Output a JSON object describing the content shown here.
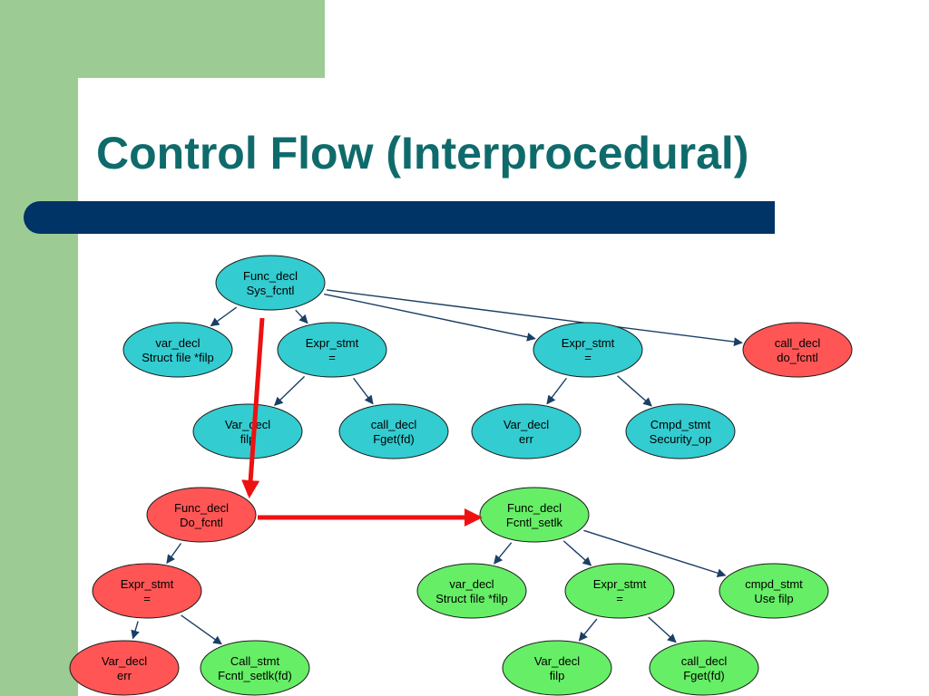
{
  "title": "Control Flow (Interprocedural)",
  "colors": {
    "cyan": "#33ccd0",
    "red": "#ff5555",
    "green": "#66ee66",
    "edge": "#1a3f66",
    "flow": "#ee1111"
  },
  "nodes": {
    "n1": {
      "line1": "Func_decl",
      "line2": "Sys_fcntl",
      "color": "cyan"
    },
    "n2": {
      "line1": "var_decl",
      "line2": "Struct file *filp",
      "color": "cyan"
    },
    "n3": {
      "line1": "Expr_stmt",
      "line2": "=",
      "color": "cyan"
    },
    "n4": {
      "line1": "Expr_stmt",
      "line2": "=",
      "color": "cyan"
    },
    "n5": {
      "line1": "call_decl",
      "line2": "do_fcntl",
      "color": "red"
    },
    "n6": {
      "line1": "Var_decl",
      "line2": "filp",
      "color": "cyan"
    },
    "n7": {
      "line1": "call_decl",
      "line2": "Fget(fd)",
      "color": "cyan"
    },
    "n8": {
      "line1": "Var_decl",
      "line2": "err",
      "color": "cyan"
    },
    "n9": {
      "line1": "Cmpd_stmt",
      "line2": "Security_op",
      "color": "cyan"
    },
    "n10": {
      "line1": "Func_decl",
      "line2": "Do_fcntl",
      "color": "red"
    },
    "n11": {
      "line1": "Func_decl",
      "line2": "Fcntl_setlk",
      "color": "green"
    },
    "n12": {
      "line1": "Expr_stmt",
      "line2": "=",
      "color": "red"
    },
    "n13": {
      "line1": "var_decl",
      "line2": "Struct file *filp",
      "color": "green"
    },
    "n14": {
      "line1": "Expr_stmt",
      "line2": "=",
      "color": "green"
    },
    "n15": {
      "line1": "cmpd_stmt",
      "line2": "Use filp",
      "color": "green"
    },
    "n16": {
      "line1": "Var_decl",
      "line2": "err",
      "color": "red"
    },
    "n17": {
      "line1": "Call_stmt",
      "line2": "Fcntl_setlk(fd)",
      "color": "green"
    },
    "n18": {
      "line1": "Var_decl",
      "line2": "filp",
      "color": "green"
    },
    "n19": {
      "line1": "call_decl",
      "line2": "Fget(fd)",
      "color": "green"
    }
  },
  "edges": [
    {
      "from": "n1",
      "to": "n2"
    },
    {
      "from": "n1",
      "to": "n3"
    },
    {
      "from": "n1",
      "to": "n4"
    },
    {
      "from": "n1",
      "to": "n5"
    },
    {
      "from": "n3",
      "to": "n6"
    },
    {
      "from": "n3",
      "to": "n7"
    },
    {
      "from": "n4",
      "to": "n8"
    },
    {
      "from": "n4",
      "to": "n9"
    },
    {
      "from": "n10",
      "to": "n12"
    },
    {
      "from": "n11",
      "to": "n13"
    },
    {
      "from": "n11",
      "to": "n14"
    },
    {
      "from": "n11",
      "to": "n15"
    },
    {
      "from": "n12",
      "to": "n16"
    },
    {
      "from": "n12",
      "to": "n17"
    },
    {
      "from": "n14",
      "to": "n18"
    },
    {
      "from": "n14",
      "to": "n19"
    }
  ],
  "flow_arrows": [
    {
      "from": "n1",
      "to": "n10"
    },
    {
      "from": "n10",
      "to": "n11"
    }
  ]
}
